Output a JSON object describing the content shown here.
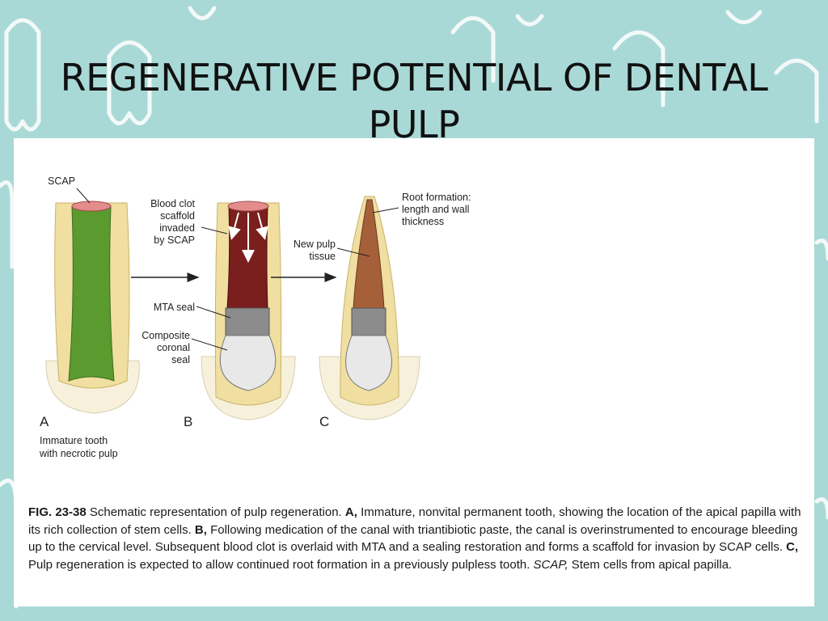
{
  "slide": {
    "title": "REGENERATIVE POTENTIAL OF DENTAL PULP"
  },
  "figure": {
    "labels": {
      "scap": "SCAP",
      "blood_clot": [
        "Blood clot",
        "scaffold",
        "invaded",
        "by SCAP"
      ],
      "mta_seal": "MTA seal",
      "composite": [
        "Composite",
        "coronal",
        "seal"
      ],
      "new_pulp": [
        "New pulp",
        "tissue"
      ],
      "root_formation": [
        "Root formation:",
        "length and wall",
        "thickness"
      ],
      "panel_a": "A",
      "panel_b": "B",
      "panel_c": "C",
      "immature": [
        "Immature tooth",
        "with necrotic pulp"
      ]
    },
    "caption": {
      "fig_id": "FIG. 23-38",
      "text1": " Schematic representation of pulp regeneration. ",
      "a": "A,",
      "text2": " Immature, nonvital permanent tooth, showing the location of the apical papilla with its rich collection of stem cells. ",
      "b": "B,",
      "text3": " Following medication of the canal with triantibiotic paste, the canal is overinstrumented to encourage bleeding up to the cervical level. Subsequent blood clot is overlaid with MTA and a sealing restoration and forms a scaffold for invasion by SCAP cells. ",
      "c": "C,",
      "text4": " Pulp regeneration is expected to allow continued root formation in a previously pulpless tooth. ",
      "scap_abbr": "SCAP,",
      "text5": " Stem cells from apical papilla."
    },
    "colors": {
      "dentin": "#f0dfa0",
      "pulp_necrotic": "#5a9a2e",
      "blood_clot": "#7a1e1e",
      "new_pulp": "#a5603a",
      "mta": "#8c8c8c",
      "composite": "#e8e8e8"
    }
  },
  "background": {
    "color": "#a9d9d6"
  }
}
